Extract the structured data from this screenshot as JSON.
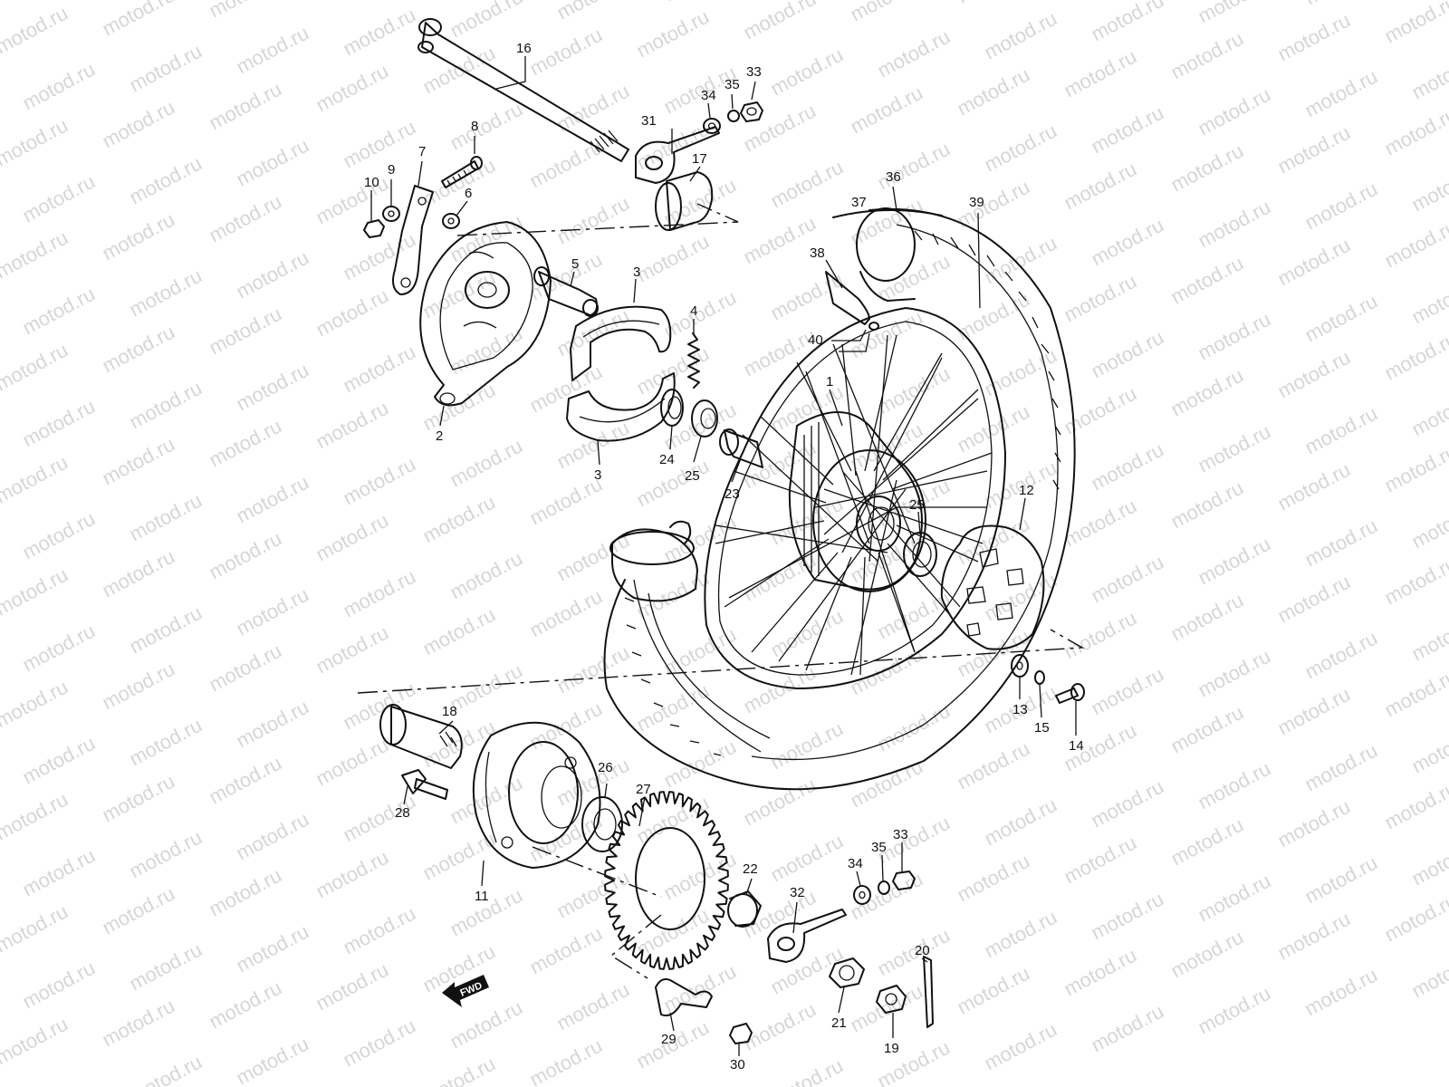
{
  "watermark": "motod.ru",
  "fwd_label": "FWD",
  "labels": {
    "p1": "1",
    "p2": "2",
    "p3a": "3",
    "p3b": "3",
    "p4": "4",
    "p5": "5",
    "p6": "6",
    "p7": "7",
    "p8": "8",
    "p9": "9",
    "p10": "10",
    "p11": "11",
    "p12": "12",
    "p13": "13",
    "p14": "14",
    "p15": "15",
    "p16": "16",
    "p17": "17",
    "p18": "18",
    "p19": "19",
    "p20": "20",
    "p21": "21",
    "p22": "22",
    "p23": "23",
    "p24": "24",
    "p25a": "25",
    "p25b": "25",
    "p26": "26",
    "p27": "27",
    "p28": "28",
    "p29": "29",
    "p30": "30",
    "p31": "31",
    "p32": "32",
    "p33a": "33",
    "p33b": "33",
    "p34a": "34",
    "p34b": "34",
    "p35a": "35",
    "p35b": "35",
    "p36": "36",
    "p37": "37",
    "p38": "38",
    "p39": "39",
    "p40": "40"
  }
}
